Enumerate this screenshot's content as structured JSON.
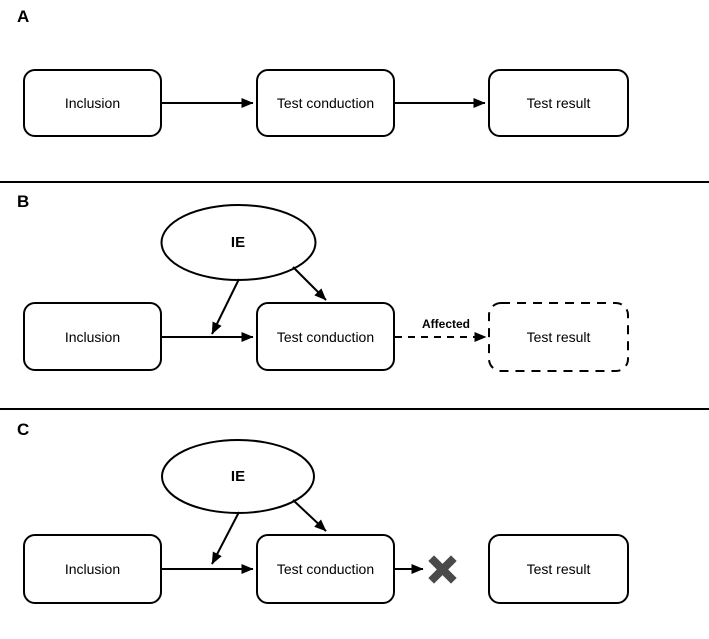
{
  "panel_a": {
    "label": "A",
    "inclusion": "Inclusion",
    "test_conduction": "Test conduction",
    "test_result": "Test result"
  },
  "panel_b": {
    "label": "B",
    "ie": "IE",
    "inclusion": "Inclusion",
    "test_conduction": "Test conduction",
    "test_result": "Test result",
    "affected": "Affected"
  },
  "panel_c": {
    "label": "C",
    "ie": "IE",
    "inclusion": "Inclusion",
    "test_conduction": "Test conduction",
    "test_result": "Test result"
  },
  "colors": {
    "stroke": "#000000",
    "background": "#ffffff",
    "blocked_x": "#4a4a4a"
  }
}
